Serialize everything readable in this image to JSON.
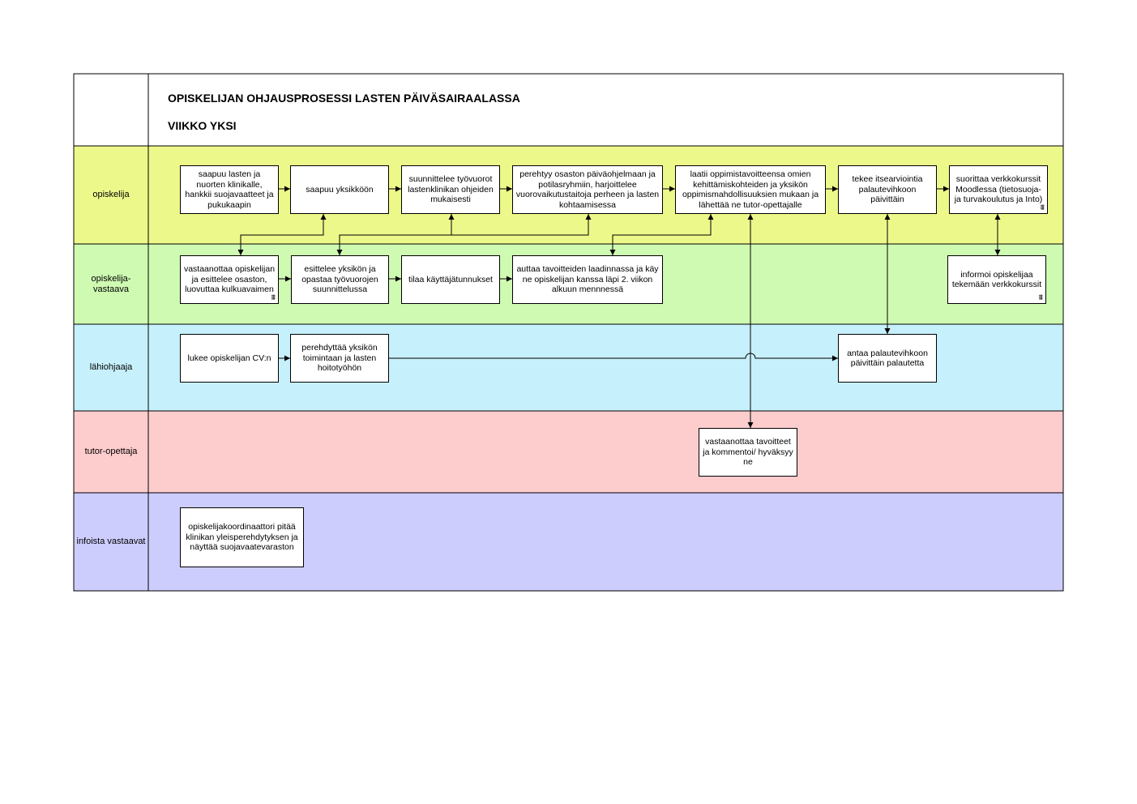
{
  "header": {
    "title": "OPISKELIJAN OHJAUSPROSESSI LASTEN PÄIVÄSAIRAALASSA",
    "subtitle": "VIIKKO YKSI"
  },
  "lanes": [
    {
      "id": "opiskelija",
      "label": "opiskelija",
      "color": "#edf88a"
    },
    {
      "id": "vastaava",
      "label": "opiskelija-\nvastaava",
      "color": "#cffab2"
    },
    {
      "id": "lahiohjaaja",
      "label": "lähiohjaaja",
      "color": "#c6f0fb"
    },
    {
      "id": "tutor",
      "label": "tutor-opettaja",
      "color": "#fdcdcd"
    },
    {
      "id": "infoista",
      "label": "infoista vastaavat",
      "color": "#cdcdfd"
    }
  ],
  "boxes": {
    "s1": "saapuu lasten ja nuorten klinikalle, hankkii suojavaatteet ja pukukaapin",
    "s2": "saapuu yksikköön",
    "s3": "suunnittelee työvuorot lastenklinikan ohjeiden mukaisesti",
    "s4": "perehtyy osaston päiväohjelmaan ja potilasryhmiin, harjoittelee vuorovaikutustaitoja perheen ja lasten kohtaamisessa",
    "s5": "laatii oppimistavoitteensa omien kehittämiskohteiden ja yksikön oppimismahdollisuuksien mukaan ja lähettää ne tutor-opettajalle",
    "s6": "tekee itsearviointia palautevihkoon päivittäin",
    "s7": "suorittaa verkkokurssit Moodlessa (tietosuoja- ja turvakoulutus ja Into)",
    "v1": "vastaanottaa opiskelijan ja esittelee osaston, luovuttaa kulkuavaimen",
    "v2": "esittelee yksikön ja opastaa työvuorojen suunnittelussa",
    "v3": "tilaa käyttäjätunnukset",
    "v4": "auttaa tavoitteiden laadinnassa ja käy ne opiskelijan kanssa läpi 2. viikon alkuun mennnessä",
    "v5": "informoi opiskelijaa tekemään verkkokurssit",
    "l1": "lukee opiskelijan CV:n",
    "l2": "perehdyttää yksikön toimintaan ja lasten hoitotyöhön",
    "l3": "antaa palautevihkoon päivittäin palautetta",
    "t1": "vastaanottaa tavoitteet ja kommentoi/ hyväksyy ne",
    "i1": "opiskelijakoordinaattori pitää klinikan yleisperehdytyksen ja näyttää suojavaatevaraston"
  },
  "icons": {
    "subprocess": "subprocess-icon"
  }
}
